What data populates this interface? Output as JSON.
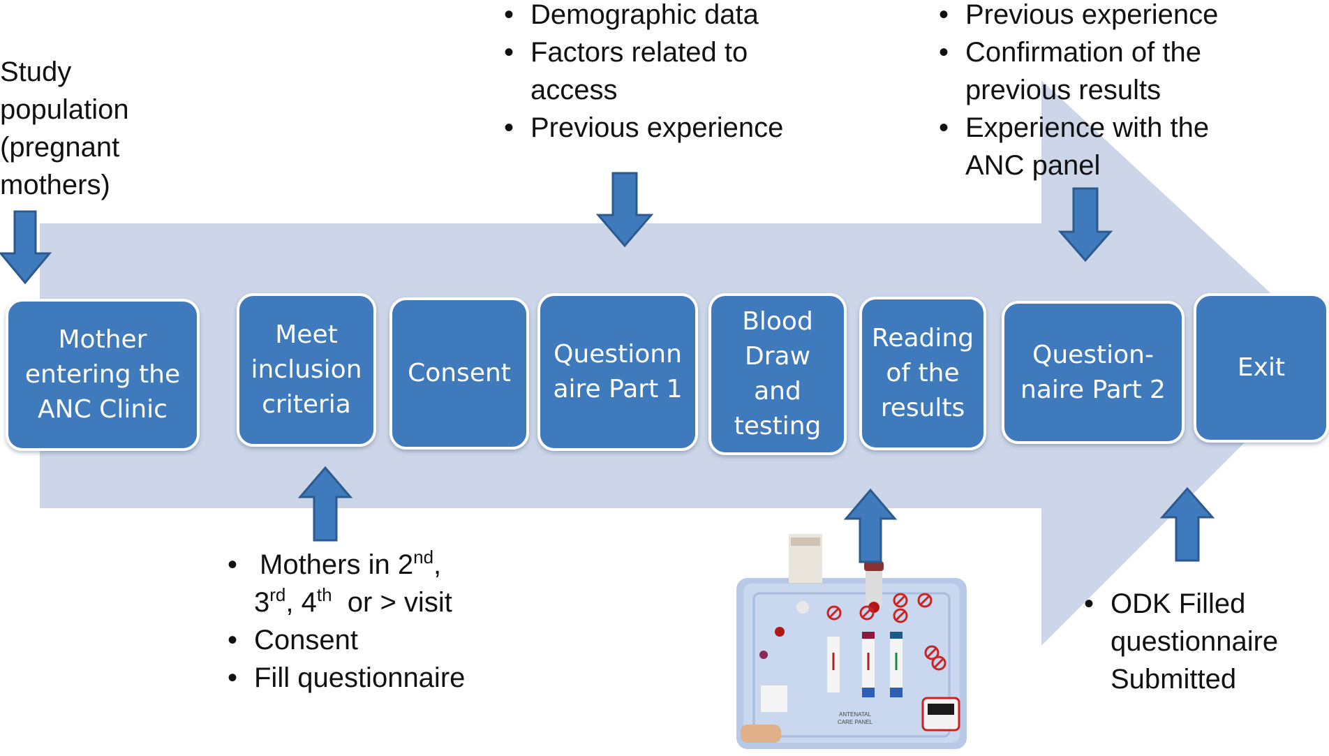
{
  "colors": {
    "band": "#cdd6e8",
    "box": "#3f7abc",
    "arrow": "#3f7abc",
    "arrow_stroke": "#2c5a8e",
    "text": "#111111"
  },
  "steps": [
    {
      "label": "Mother\nentering the\nANC Clinic"
    },
    {
      "label": "Meet\ninclusion\ncriteria"
    },
    {
      "label": "Consent"
    },
    {
      "label": "Questionn\naire Part 1"
    },
    {
      "label": "Blood\nDraw\nand\ntesting"
    },
    {
      "label": "Reading\nof the\nresults"
    },
    {
      "label": "Question-\nnaire Part 2"
    },
    {
      "label": "Exit"
    }
  ],
  "annotations": {
    "study_population": "Study\npopulation\n(pregnant\nmothers)",
    "questionnaire1_items": [
      "Demographic data",
      "Factors related to access",
      "Previous experience"
    ],
    "questionnaire2_items": [
      "Previous experience",
      "Confirmation of the previous results",
      "Experience with the ANC panel"
    ],
    "inclusion_items": {
      "visit_a": "Mothers in 2",
      "sup_nd": "nd",
      "visit_b": ",",
      "visit_c": "3",
      "sup_rd": "rd",
      "visit_d": ", 4",
      "sup_th": "th",
      "visit_e": "  or > visit",
      "consent": "Consent",
      "fill": "Fill questionnaire"
    },
    "odk_item": "ODK Filled questionnaire Submitted"
  },
  "photo": {
    "panel_label_line1": "ANTENATAL",
    "panel_label_line2": "CARE PANEL"
  }
}
